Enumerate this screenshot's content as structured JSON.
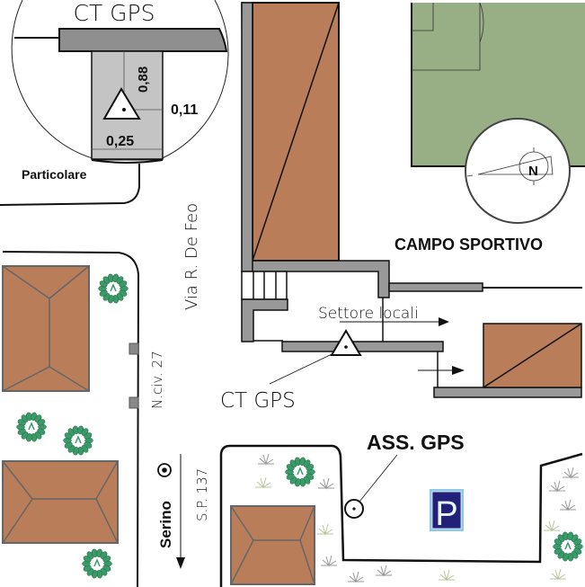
{
  "map": {
    "title_label": "CT GPS",
    "detail": {
      "label": "Particolare",
      "title": "CT GPS",
      "dimensions": {
        "vertical": "0,88",
        "right": "0,11",
        "bottom": "0,25"
      }
    },
    "labels": {
      "campo_sportivo": "CAMPO SPORTIVO",
      "via": "Via R. De Feo",
      "civico": "N.civ. 27",
      "settore": "Settore locali",
      "ct_gps": "CT GPS",
      "ass_gps": "ASS. GPS",
      "serino": "Serino",
      "sp": "S.P. 137",
      "compass_letter": "N",
      "parking_letter": "P"
    },
    "colors": {
      "building": "#b97e59",
      "wall": "#999999",
      "field": "#98ae85",
      "tree": "#3a9a68",
      "parking_bg": "#23207a",
      "parking_border": "#8fc8e8",
      "detail_fill": "#c4c4c4",
      "detail_wall": "#8f8f8f"
    },
    "icons": [
      "gps-station-triangle-icon",
      "gps-assist-point-icon",
      "compass-icon",
      "parking-icon",
      "tree-icon",
      "grass-icon",
      "direction-arrow-icon",
      "town-marker-icon"
    ]
  }
}
